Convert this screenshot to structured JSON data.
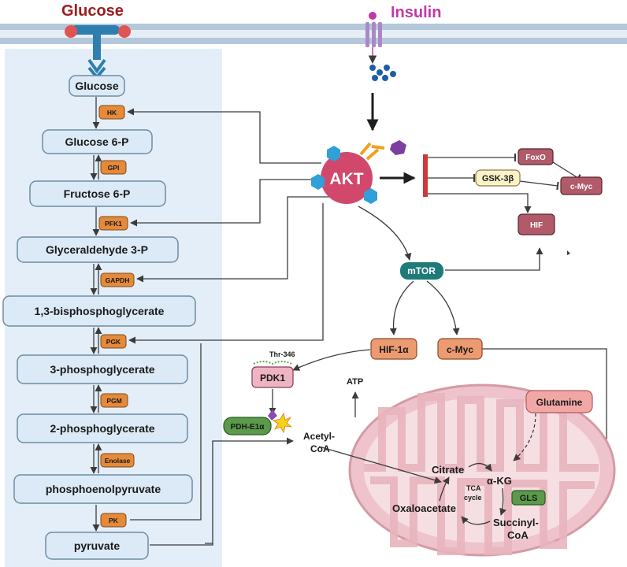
{
  "header": {
    "glucose_label": "Glucose",
    "insulin_label": "Insulin"
  },
  "colors": {
    "glucose_red": "#9b1d1d",
    "insulin_magenta": "#c03aa6",
    "akt": "#d2486c",
    "mtor": "#1f7a7a",
    "gls": "#5a9a4a",
    "panel": "#e4eef8",
    "membrane": "#a8c0d6"
  },
  "pathway": {
    "steps": [
      "Glucose",
      "Glucose 6-P",
      "Fructose 6-P",
      "Glyceraldehyde 3-P",
      "1,3-bisphosphoglycerate",
      "3-phosphoglycerate",
      "2-phosphoglycerate",
      "phosphoenolpyruvate",
      "pyruvate"
    ],
    "enzymes": [
      "HK",
      "GPI",
      "PFK1",
      "GAPDH",
      "PGK",
      "PGM",
      "Enolase",
      "PK"
    ]
  },
  "signaling": {
    "akt": "AKT",
    "foxo": "FoxO",
    "gsk3b": "GSK-3β",
    "cmyc_top": "c-Myc",
    "hif": "HIF",
    "mtor": "mTOR",
    "hif1a": "HIF-1α",
    "cmyc": "c-Myc",
    "thr346": "Thr-346",
    "pdk1": "PDK1",
    "pdh": "PDH-E1α",
    "atp": "ATP",
    "acetyl_line1": "Acetyl-",
    "acetyl_line2": "CoA"
  },
  "mito": {
    "glutamine": "Glutamine",
    "citrate": "Citrate",
    "akg": "α-KG",
    "tca_line1": "TCA",
    "tca_line2": "cycle",
    "gls": "GLS",
    "oxaloacetate": "Oxaloacetate",
    "succinyl_line1": "Succinyl-",
    "succinyl_line2": "CoA"
  }
}
